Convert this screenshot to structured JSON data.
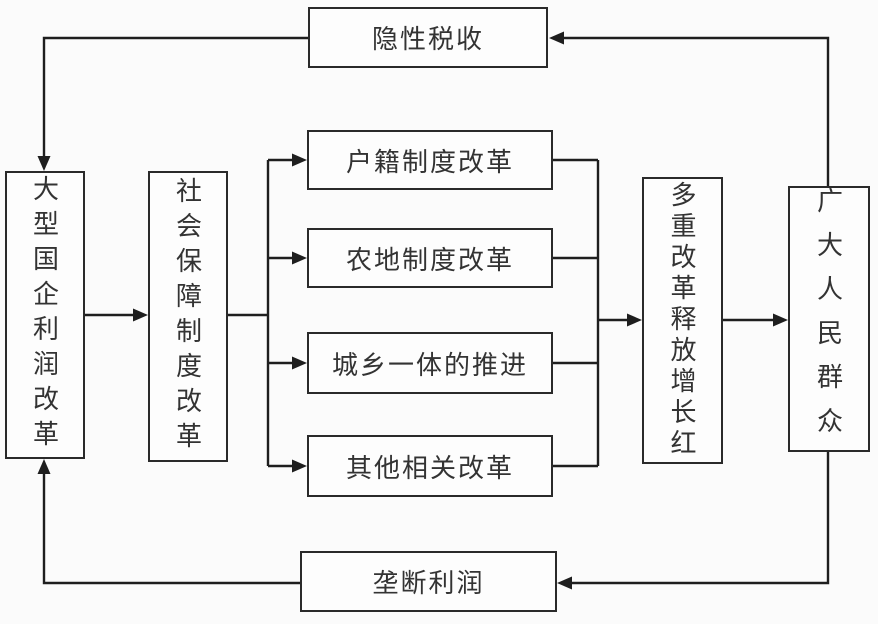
{
  "nodes": {
    "hidden_tax": {
      "label": "隐性税收"
    },
    "soe_profit_reform": {
      "label": "大型国企利润改革"
    },
    "social_security_reform": {
      "label": "社会保障制度改革"
    },
    "hukou_reform": {
      "label": "户籍制度改革"
    },
    "farmland_reform": {
      "label": "农地制度改革"
    },
    "urban_rural_integration": {
      "label": "城乡一体的推进"
    },
    "other_reforms": {
      "label": "其他相关改革"
    },
    "multi_reform_dividend": {
      "label": "多重改革释放增长红"
    },
    "masses": {
      "label": "广大人民群众"
    },
    "monopoly_profit": {
      "label": "垄断利润"
    }
  },
  "edges": [
    {
      "from": "masses",
      "to": "hidden_tax"
    },
    {
      "from": "hidden_tax",
      "to": "soe_profit_reform"
    },
    {
      "from": "soe_profit_reform",
      "to": "social_security_reform"
    },
    {
      "from": "social_security_reform",
      "to": "hukou_reform"
    },
    {
      "from": "social_security_reform",
      "to": "farmland_reform"
    },
    {
      "from": "social_security_reform",
      "to": "urban_rural_integration"
    },
    {
      "from": "social_security_reform",
      "to": "other_reforms"
    },
    {
      "from": "hukou_reform",
      "to": "multi_reform_dividend"
    },
    {
      "from": "farmland_reform",
      "to": "multi_reform_dividend"
    },
    {
      "from": "urban_rural_integration",
      "to": "multi_reform_dividend"
    },
    {
      "from": "other_reforms",
      "to": "multi_reform_dividend"
    },
    {
      "from": "multi_reform_dividend",
      "to": "masses"
    },
    {
      "from": "masses",
      "to": "monopoly_profit"
    },
    {
      "from": "monopoly_profit",
      "to": "soe_profit_reform"
    }
  ],
  "colors": {
    "line": "#1e1e1e",
    "box_border": "#2a2a2a",
    "box_bg": "#fdfdfd",
    "text": "#333333",
    "background": "#fbfbfb"
  }
}
